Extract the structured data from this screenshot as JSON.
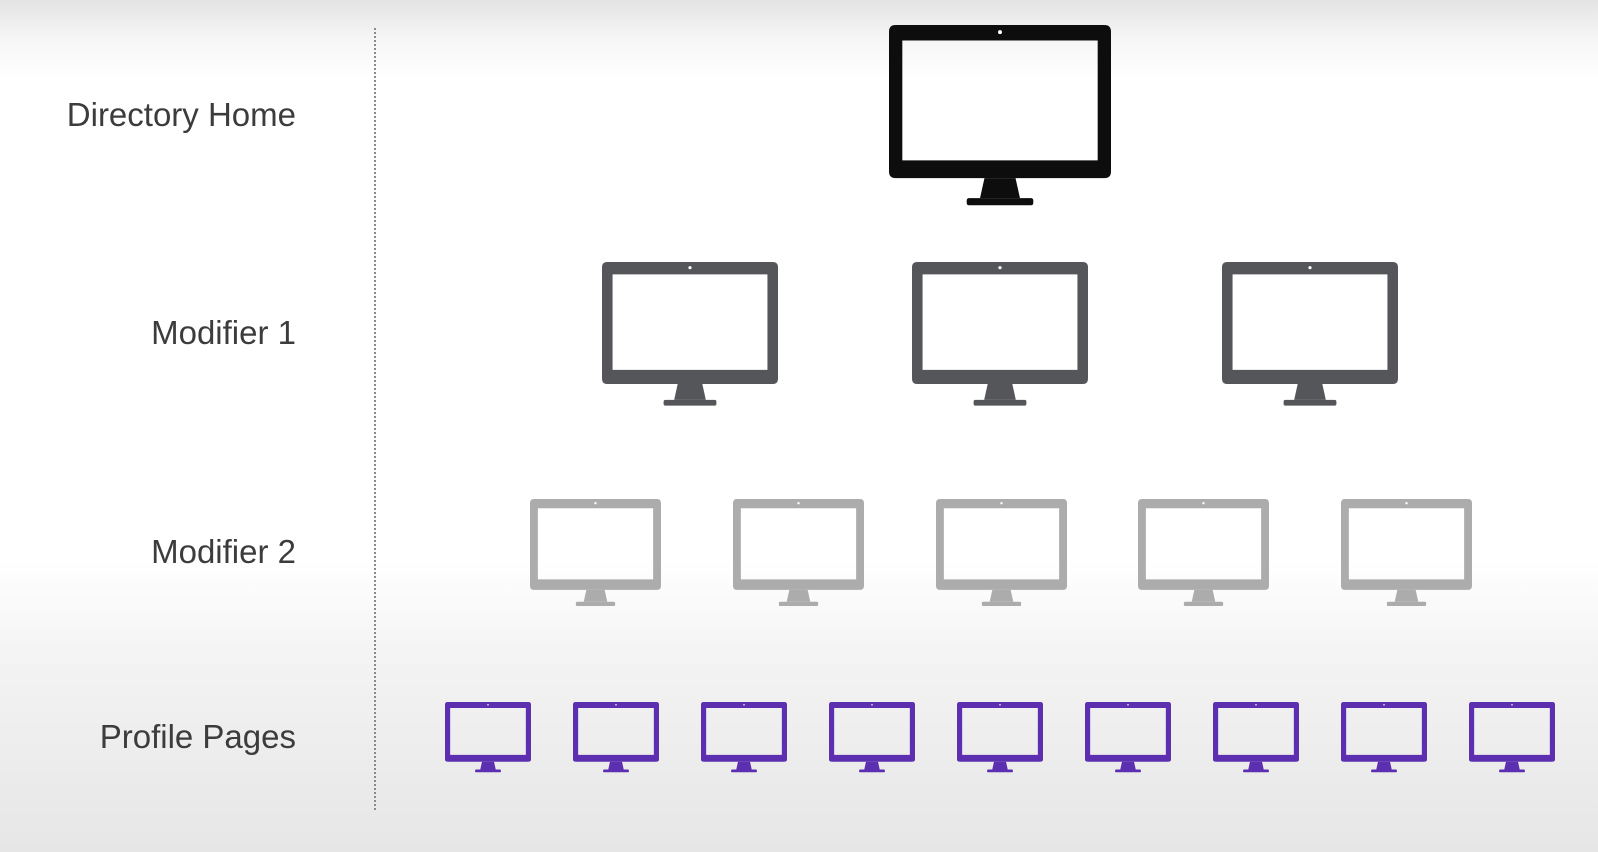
{
  "levels": [
    {
      "label": "Directory Home",
      "color": "#0d0d0d",
      "count": 1
    },
    {
      "label": "Modifier 1",
      "color": "#55565a",
      "count": 3
    },
    {
      "label": "Modifier 2",
      "color": "#acacac",
      "count": 5
    },
    {
      "label": "Profile Pages",
      "color": "#5b2fb0",
      "count": 9
    }
  ]
}
